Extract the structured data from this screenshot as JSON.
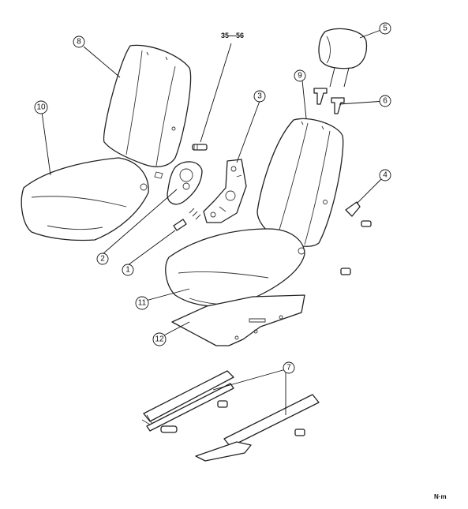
{
  "callouts": {
    "c1": "1",
    "c2": "2",
    "c3": "3",
    "c4": "4",
    "c5": "5",
    "c6": "6",
    "c7": "7",
    "c8": "8",
    "c9": "9",
    "c10": "10",
    "c11": "11",
    "c12": "12"
  },
  "torque_spec": "35—56",
  "unit_label": "N·m"
}
